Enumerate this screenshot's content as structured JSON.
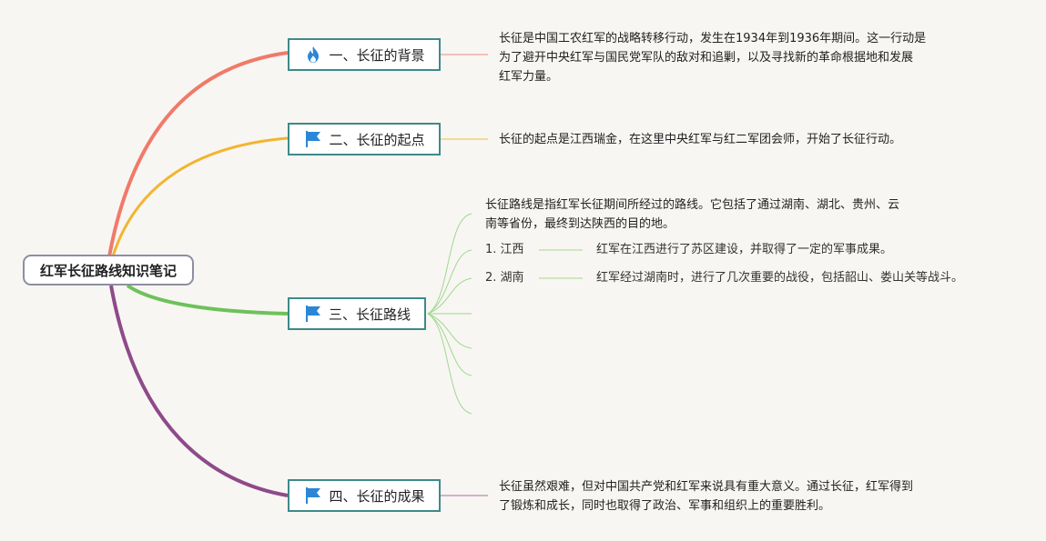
{
  "root": {
    "title": "红军长征路线知识笔记"
  },
  "branches": [
    {
      "label": "一、长征的背景",
      "icon": "flame-icon",
      "color": "#f07a6a",
      "note": [
        "长征是中国工农红军的战略转移行动，发生在1934年到1936年期间。这一行动是",
        "为了避开中央红军与国民党军队的敌对和追剿，以及寻找新的革命根据地和发展",
        "红军力量。"
      ]
    },
    {
      "label": "二、长征的起点",
      "icon": "flag-icon",
      "color": "#f2b530",
      "note": [
        "长征的起点是江西瑞金，在这里中央红军与红二军团会师，开始了长征行动。"
      ]
    },
    {
      "label": "三、长征路线",
      "icon": "flag-icon",
      "color": "#6cc25a",
      "note": [
        "长征路线是指红军长征期间所经过的路线。它包括了通过湖南、湖北、贵州、云",
        "南等省份，最终到达陕西的目的地。"
      ],
      "items": [
        {
          "label": "1. 江西",
          "desc": "红军在江西进行了苏区建设，并取得了一定的军事成果。"
        },
        {
          "label": "2. 湖南",
          "desc": "红军经过湖南时，进行了几次重要的战役，包括韶山、娄山关等战斗。"
        }
      ]
    },
    {
      "label": "四、长征的成果",
      "icon": "flag-icon",
      "color": "#8e4a8a",
      "note": [
        "长征虽然艰难，但对中国共产党和红军来说具有重大意义。通过长征，红军得到",
        "了锻炼和成长，同时也取得了政治、军事和组织上的重要胜利。"
      ]
    }
  ]
}
